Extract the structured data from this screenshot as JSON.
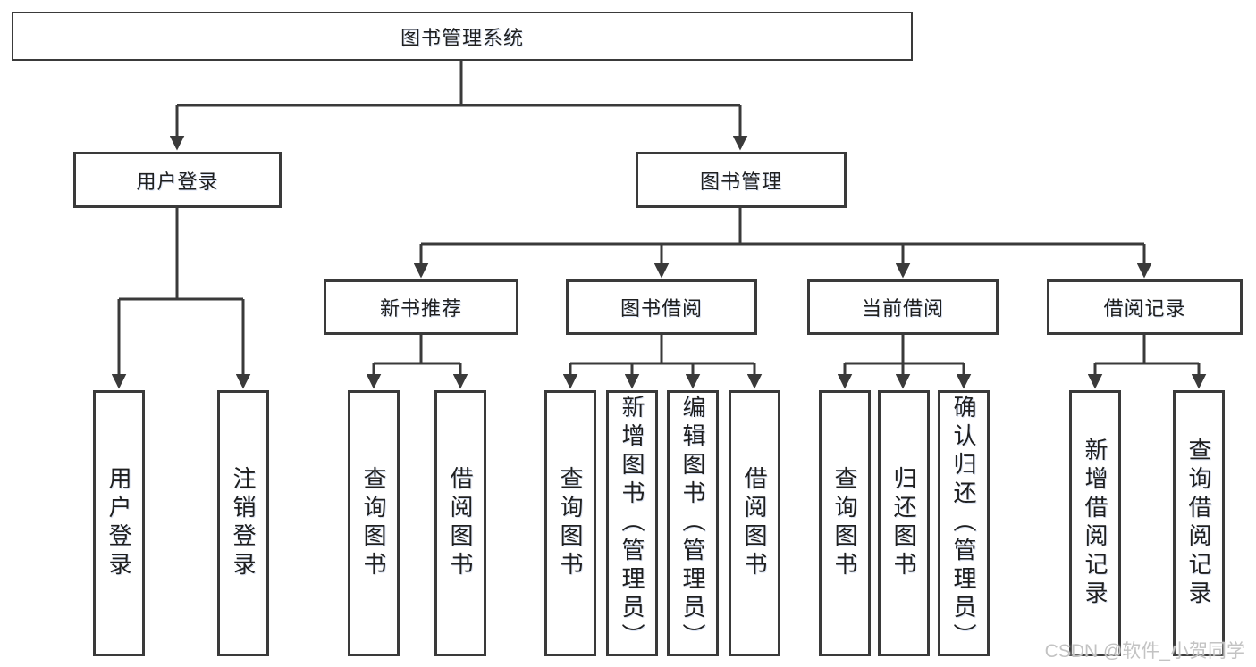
{
  "diagram": {
    "root": {
      "label": "图书管理系统"
    },
    "level2": [
      {
        "label": "用户登录"
      },
      {
        "label": "图书管理"
      }
    ],
    "level3": [
      {
        "label": "新书推荐"
      },
      {
        "label": "图书借阅"
      },
      {
        "label": "当前借阅"
      },
      {
        "label": "借阅记录"
      }
    ],
    "leaves": {
      "user_login": [
        {
          "label": "用户登录"
        },
        {
          "label": "注销登录"
        }
      ],
      "new_book": [
        {
          "label": "查询图书"
        },
        {
          "label": "借阅图书"
        }
      ],
      "book_borrow": [
        {
          "label": "查询图书"
        },
        {
          "label": "新增图书（管理员）"
        },
        {
          "label": "编辑图书（管理员）"
        },
        {
          "label": "借阅图书"
        }
      ],
      "current_borrow": [
        {
          "label": "查询图书"
        },
        {
          "label": "归还图书"
        },
        {
          "label": "确认归还（管理员）"
        }
      ],
      "borrow_record": [
        {
          "label": "新增借阅记录"
        },
        {
          "label": "查询借阅记录"
        }
      ]
    }
  },
  "watermark": {
    "text": "CSDN @软件_小贺同学"
  },
  "colors": {
    "line": "#3a3a3a",
    "text": "#1f1f1f",
    "watermark": "#c3c3c3",
    "background": "#ffffff"
  }
}
